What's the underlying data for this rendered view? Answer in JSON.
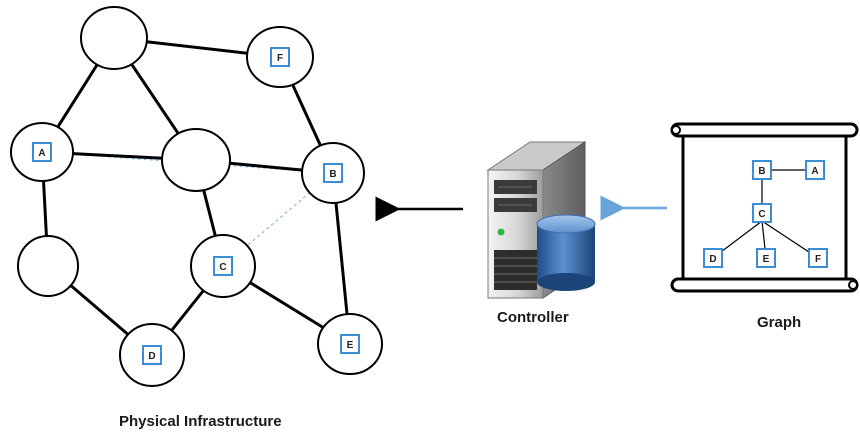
{
  "captions": {
    "physical_infrastructure": "Physical Infrastructure",
    "controller": "Controller",
    "graph": "Graph"
  },
  "physical_nodes": [
    {
      "id": "top",
      "label": ""
    },
    {
      "id": "F",
      "label": "F"
    },
    {
      "id": "A",
      "label": "A"
    },
    {
      "id": "center",
      "label": ""
    },
    {
      "id": "B",
      "label": "B"
    },
    {
      "id": "left-lower",
      "label": ""
    },
    {
      "id": "C",
      "label": "C"
    },
    {
      "id": "D",
      "label": "D"
    },
    {
      "id": "E",
      "label": "E"
    }
  ],
  "physical_links": [
    [
      "top",
      "F"
    ],
    [
      "top",
      "A"
    ],
    [
      "top",
      "center"
    ],
    [
      "F",
      "B"
    ],
    [
      "A",
      "center"
    ],
    [
      "A",
      "left-lower"
    ],
    [
      "center",
      "B"
    ],
    [
      "center",
      "C"
    ],
    [
      "B",
      "E"
    ],
    [
      "left-lower",
      "D"
    ],
    [
      "C",
      "D"
    ],
    [
      "C",
      "E"
    ]
  ],
  "virtual_links": [
    [
      "A",
      "B"
    ],
    [
      "B",
      "F"
    ],
    [
      "B",
      "C"
    ],
    [
      "C",
      "D"
    ],
    [
      "C",
      "E"
    ]
  ],
  "graph_nodes": [
    {
      "id": "B",
      "label": "B"
    },
    {
      "id": "A",
      "label": "A"
    },
    {
      "id": "C",
      "label": "C"
    },
    {
      "id": "D",
      "label": "D"
    },
    {
      "id": "E",
      "label": "E"
    },
    {
      "id": "F",
      "label": "F"
    }
  ],
  "graph_edges": [
    [
      "B",
      "A"
    ],
    [
      "B",
      "C"
    ],
    [
      "C",
      "D"
    ],
    [
      "C",
      "E"
    ],
    [
      "C",
      "F"
    ]
  ],
  "colors": {
    "node_stroke": "#000000",
    "label_box": "#3b8ed6",
    "virtual_link": "#8fb9e6",
    "arrow_blue": "#6aa5da",
    "arrow_black": "#000000"
  }
}
